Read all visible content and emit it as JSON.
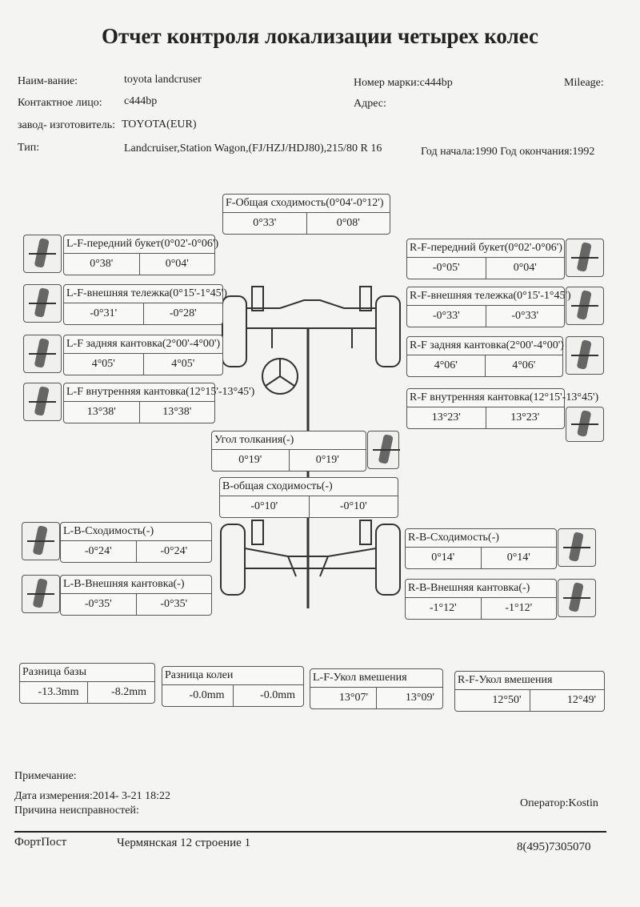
{
  "title": "Отчет контроля локализации четырех колес",
  "info": {
    "name_label": "Наим-вание:",
    "name_value": "toyota landcruser",
    "contact_label": "Контактное лицо:",
    "contact_value": "c444bp",
    "maker_label": "завод- изготовитель:",
    "maker_value": "TOYOTA(EUR)",
    "type_label": "Тип:",
    "type_value": "Landcruiser,Station Wagon,(FJ/HZJ/HDJ80),215/80 R 16",
    "plate": "Номер марки:c444bp",
    "address_label": "Адрес:",
    "mileage_label": "Mileage:",
    "years": "Год начала:1990  Год окончания:1992"
  },
  "boxes": {
    "f_total": {
      "label": "F-Общая сходимость(0°04'-0°12')",
      "values": [
        "0°33'",
        "0°08'"
      ]
    },
    "lf_toe": {
      "label": "L-F-передний букет(0°02'-0°06')",
      "values": [
        "0°38'",
        "0°04'"
      ]
    },
    "rf_toe": {
      "label": "R-F-передний букет(0°02'-0°06')",
      "values": [
        "-0°05'",
        "0°04'"
      ]
    },
    "lf_camber": {
      "label": "L-F-внешняя тележка(0°15'-1°45')",
      "values": [
        "-0°31'",
        "-0°28'"
      ]
    },
    "rf_camber": {
      "label": "R-F-внешняя тележка(0°15'-1°45')",
      "values": [
        "-0°33'",
        "-0°33'"
      ]
    },
    "lf_caster": {
      "label": "L-F задняя кантовка(2°00'-4°00')",
      "values": [
        "4°05'",
        "4°05'"
      ]
    },
    "rf_caster": {
      "label": "R-F задняя кантовка(2°00'-4°00')",
      "values": [
        "4°06'",
        "4°06'"
      ]
    },
    "lf_kpi": {
      "label": "L-F внутренняя кантовка(12°15'-13°45')",
      "values": [
        "13°38'",
        "13°38'"
      ]
    },
    "rf_kpi": {
      "label": "R-F внутренняя кантовка(12°15'-13°45')",
      "values": [
        "13°23'",
        "13°23'"
      ]
    },
    "thrust": {
      "label": "Угол толкания(-)",
      "values": [
        "0°19'",
        "0°19'"
      ]
    },
    "b_total": {
      "label": "B-общая сходимость(-)",
      "values": [
        "-0°10'",
        "-0°10'"
      ]
    },
    "lb_toe": {
      "label": "L-B-Сходимость(-)",
      "values": [
        "-0°24'",
        "-0°24'"
      ]
    },
    "rb_toe": {
      "label": "R-B-Сходимость(-)",
      "values": [
        "0°14'",
        "0°14'"
      ]
    },
    "lb_camber": {
      "label": "L-B-Внешняя кантовка(-)",
      "values": [
        "-0°35'",
        "-0°35'"
      ]
    },
    "rb_camber": {
      "label": "R-B-Внешняя кантовка(-)",
      "values": [
        "-1°12'",
        "-1°12'"
      ]
    },
    "wheelbase_diff": {
      "label": "Разница базы",
      "values": [
        "-13.3mm",
        "-8.2mm"
      ]
    },
    "track_diff": {
      "label": "Разница колеи",
      "values": [
        "-0.0mm",
        "-0.0mm"
      ]
    },
    "lf_setback": {
      "label": "L-F-Укол вмешения",
      "values": [
        "13°07'",
        "13°09'"
      ]
    },
    "rf_setback": {
      "label": "R-F-Укол вмешения",
      "values": [
        "12°50'",
        "12°49'"
      ]
    }
  },
  "footer": {
    "note_label": "Примечание:",
    "date": "Дата измерения:2014- 3-21  18:22",
    "fault_label": "Причина неисправностей:",
    "operator": "Оператор:Kostin",
    "company": "ФортПост",
    "address": "Чермянская 12 строение 1",
    "phone": "8(495)7305070"
  }
}
